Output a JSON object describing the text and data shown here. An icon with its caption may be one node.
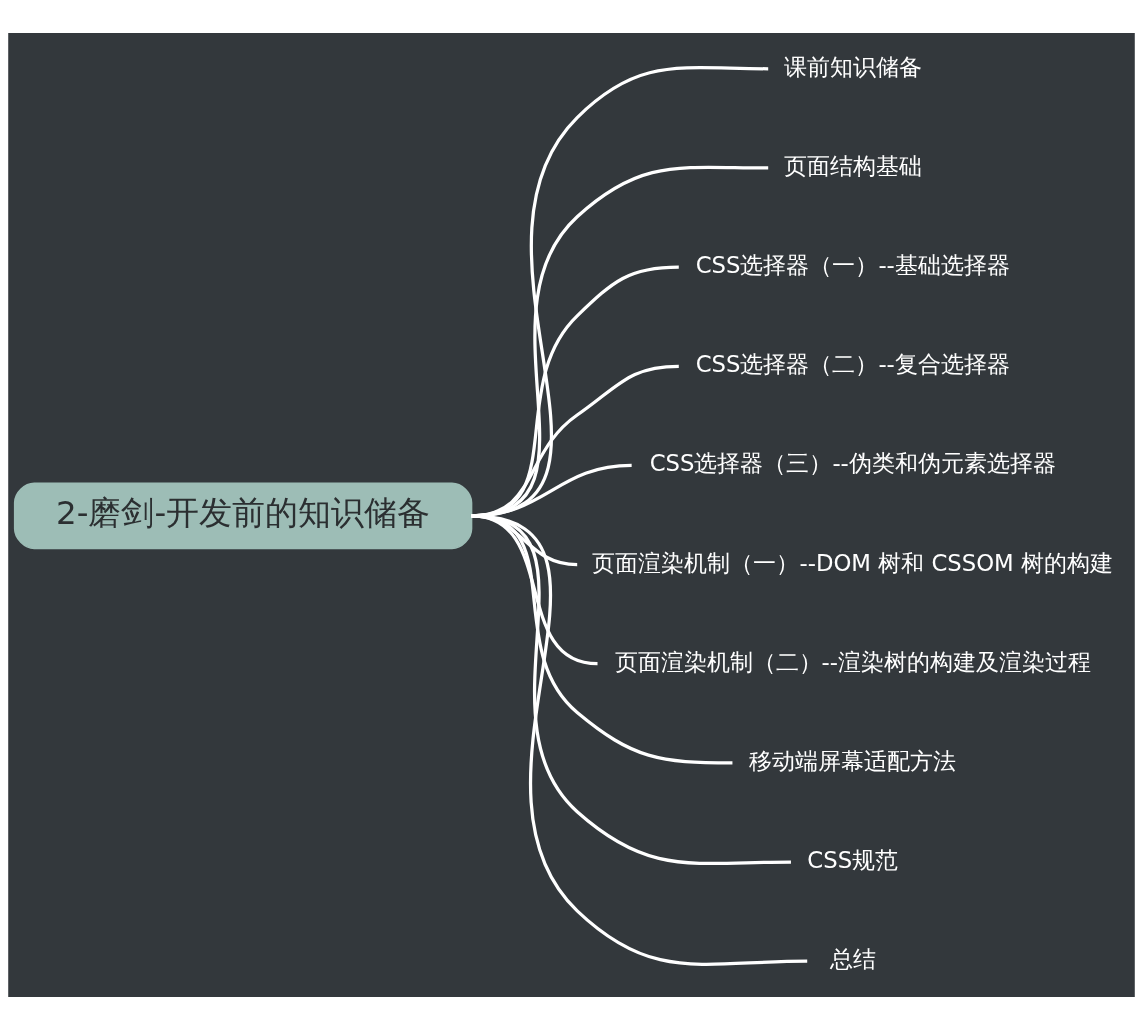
{
  "diagram": {
    "nodes": [
      {
        "text": [
          "2-磨剑-开发前的知识储备"
        ]
      },
      {
        "text": [
          "课前知识储备"
        ]
      },
      {
        "text": [
          "页面结构基础"
        ]
      },
      {
        "text": [
          "CSS选择器（一）--基础选择器"
        ]
      },
      {
        "text": [
          "CSS选择器（二）--复合选择器"
        ]
      },
      {
        "text": [
          "CSS选择器（三）--伪类和伪元素选择器"
        ]
      },
      {
        "text": [
          "页面渲染机制（一）--DOM 树和 CSSOM 树的构建"
        ]
      },
      {
        "text": [
          "页面渲染机制（二）--渲染树的构建及渲染过程"
        ]
      },
      {
        "text": [
          "移动端屏幕适配方法"
        ]
      },
      {
        "text": [
          "CSS规范"
        ]
      },
      {
        "text": [
          "总结"
        ]
      }
    ],
    "edges": [
      {
        "from": 0,
        "to": 1,
        "arrow": "none"
      },
      {
        "from": 0,
        "to": 2,
        "arrow": "none"
      },
      {
        "from": 0,
        "to": 3,
        "arrow": "none"
      },
      {
        "from": 0,
        "to": 4,
        "arrow": "none"
      },
      {
        "from": 0,
        "to": 5,
        "arrow": "none"
      },
      {
        "from": 0,
        "to": 6,
        "arrow": "none"
      },
      {
        "from": 0,
        "to": 7,
        "arrow": "none"
      },
      {
        "from": 0,
        "to": 8,
        "arrow": "none"
      },
      {
        "from": 0,
        "to": 9,
        "arrow": "none"
      },
      {
        "from": 0,
        "to": 10,
        "arrow": "none"
      }
    ]
  }
}
